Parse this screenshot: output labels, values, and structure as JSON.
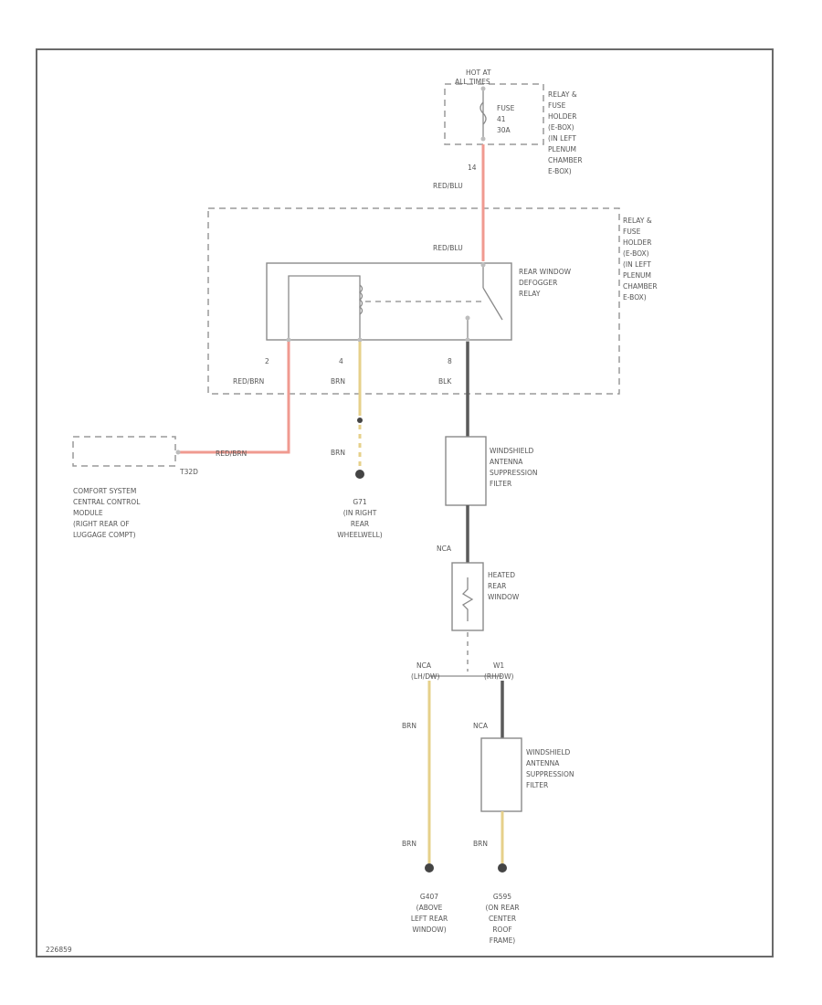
{
  "wire_colors": {
    "red_blue": "#f09a90",
    "red_brown": "#f09a90",
    "brown": "#e6d08a",
    "black": "#5a5a5a"
  },
  "labels": {
    "hot_at_all_times": [
      "HOT AT",
      "ALL TIMES"
    ],
    "fuse": [
      "FUSE",
      "41",
      "30A"
    ],
    "relay_holder_top": [
      "RELAY &",
      "FUSE",
      "HOLDER",
      "(E-BOX)",
      "(IN LEFT",
      "PLENUM",
      "CHAMBER",
      "E-BOX)"
    ],
    "relay_holder_main": [
      "RELAY &",
      "FUSE",
      "HOLDER",
      "(E-BOX)",
      "(IN LEFT",
      "PLENUM",
      "CHAMBER",
      "E-BOX)"
    ],
    "pin_top": "14",
    "wire_red_blu_1": "RED/BLU",
    "wire_red_blu_2": "RED/BLU",
    "relay_name": [
      "REAR WINDOW",
      "DEFOGGER",
      "RELAY"
    ],
    "pin_2": "2",
    "pin_4": "4",
    "pin_8": "8",
    "wire_red_brn_1": "RED/BRN",
    "wire_brn_1": "BRN",
    "wire_blk": "BLK",
    "wire_red_brn_2": "RED/BRN",
    "conn_t32d": "T32D",
    "comfort_module": [
      "COMFORT SYSTEM",
      "CENTRAL CONTROL",
      "MODULE",
      "(RIGHT REAR OF",
      "LUGGAGE COMPT)"
    ],
    "wire_brn_2": "BRN",
    "ground_g71": [
      "G71",
      "(IN RIGHT",
      "REAR",
      "WHEELWELL)"
    ],
    "filter_1": [
      "WINDSHIELD",
      "ANTENNA",
      "SUPPRESSION",
      "FILTER"
    ],
    "nca_1": "NCA",
    "heated_window": [
      "HEATED",
      "REAR",
      "WINDOW"
    ],
    "nca_2": [
      "NCA",
      "(LH/DW)"
    ],
    "w1_label": [
      "W1",
      "(RH/DW)"
    ],
    "wire_brn_3": "BRN",
    "nca_3": "NCA",
    "filter_2": [
      "WINDSHIELD",
      "ANTENNA",
      "SUPPRESSION",
      "FILTER"
    ],
    "wire_brn_4": "BRN",
    "wire_brn_5": "BRN",
    "ground_g407": [
      "G407",
      "(ABOVE",
      "LEFT REAR",
      "WINDOW)"
    ],
    "ground_g595": [
      "G595",
      "(ON REAR",
      "CENTER",
      "ROOF",
      "FRAME)"
    ],
    "footer_code": "226859"
  }
}
